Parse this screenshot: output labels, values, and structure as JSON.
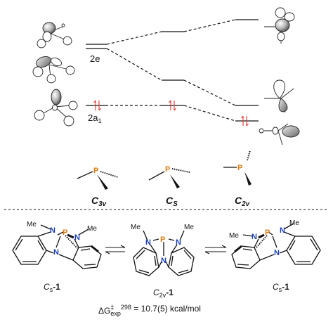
{
  "orbital_diagram": {
    "levels": {
      "e": "2e",
      "a1": "2a",
      "a1_sub": "1"
    },
    "point_groups": [
      {
        "main": "C",
        "sub": "3v"
      },
      {
        "main": "C",
        "sub": "S"
      },
      {
        "main": "C",
        "sub": "2v"
      }
    ],
    "atom_label": "P"
  },
  "structures": [
    {
      "n1": "N",
      "n2": "N",
      "n3": "N",
      "p": "P",
      "me": "Me",
      "label_main": "C",
      "label_sub": "s",
      "label_suffix": "-1"
    },
    {
      "n1": "N",
      "n2": "N",
      "n3": "N",
      "p": "P",
      "me": "Me",
      "label_main": "C",
      "label_sub": "2v",
      "label_suffix": "-1"
    },
    {
      "n1": "N",
      "n2": "N",
      "n3": "N",
      "p": "P",
      "me": "Me",
      "label_main": "C",
      "label_sub": "s",
      "label_suffix": "-1"
    }
  ],
  "energy": {
    "prefix": "ΔG",
    "dagger": "‡",
    "sub": "exp",
    "sup": "298",
    "value": " = 10.7(5) kcal/mol"
  },
  "colors": {
    "phosphorus": "#e07a10",
    "nitrogen": "#1a3fb5",
    "electron_arrow": "#e0302a"
  }
}
